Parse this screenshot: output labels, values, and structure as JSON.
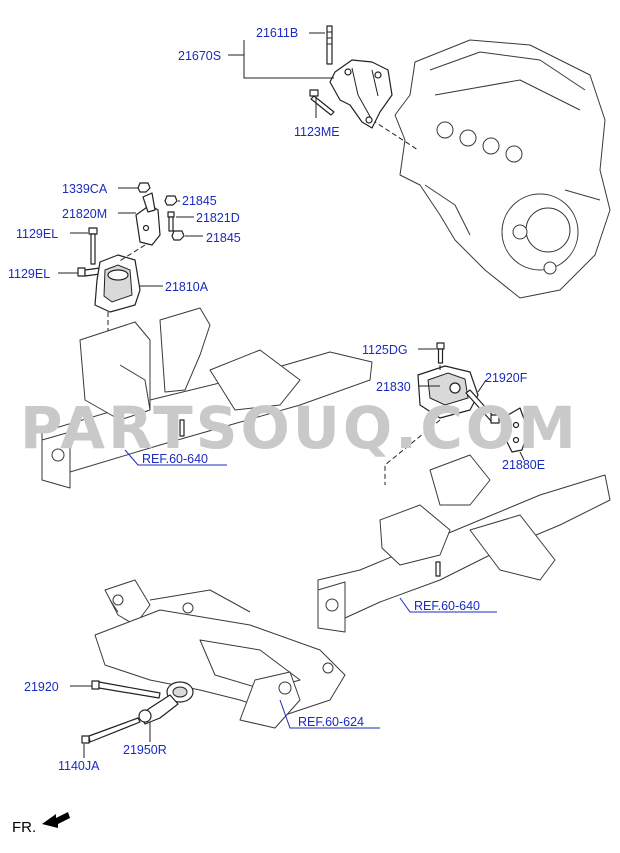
{
  "watermark": "PARTSOUQ.COM",
  "parts": {
    "p21611B": "21611B",
    "p21670S": "21670S",
    "p1123ME": "1123ME",
    "p1339CA": "1339CA",
    "p21845a": "21845",
    "p21820M": "21820M",
    "p21821D": "21821D",
    "p1129ELa": "1129EL",
    "p21845b": "21845",
    "p1129ELb": "1129EL",
    "p21810A": "21810A",
    "p1125DG": "1125DG",
    "p21830": "21830",
    "p21920F": "21920F",
    "p21880E": "21880E",
    "p21920": "21920",
    "p1140JA": "1140JA",
    "p21950R": "21950R"
  },
  "refs": {
    "r1": "REF.60-640",
    "r2": "REF.60-640",
    "r3": "REF.60-624"
  },
  "orientation": "FR.",
  "colors": {
    "label": "#1a2bbf",
    "line": "#222222",
    "watermark": "#c9c9c9"
  }
}
